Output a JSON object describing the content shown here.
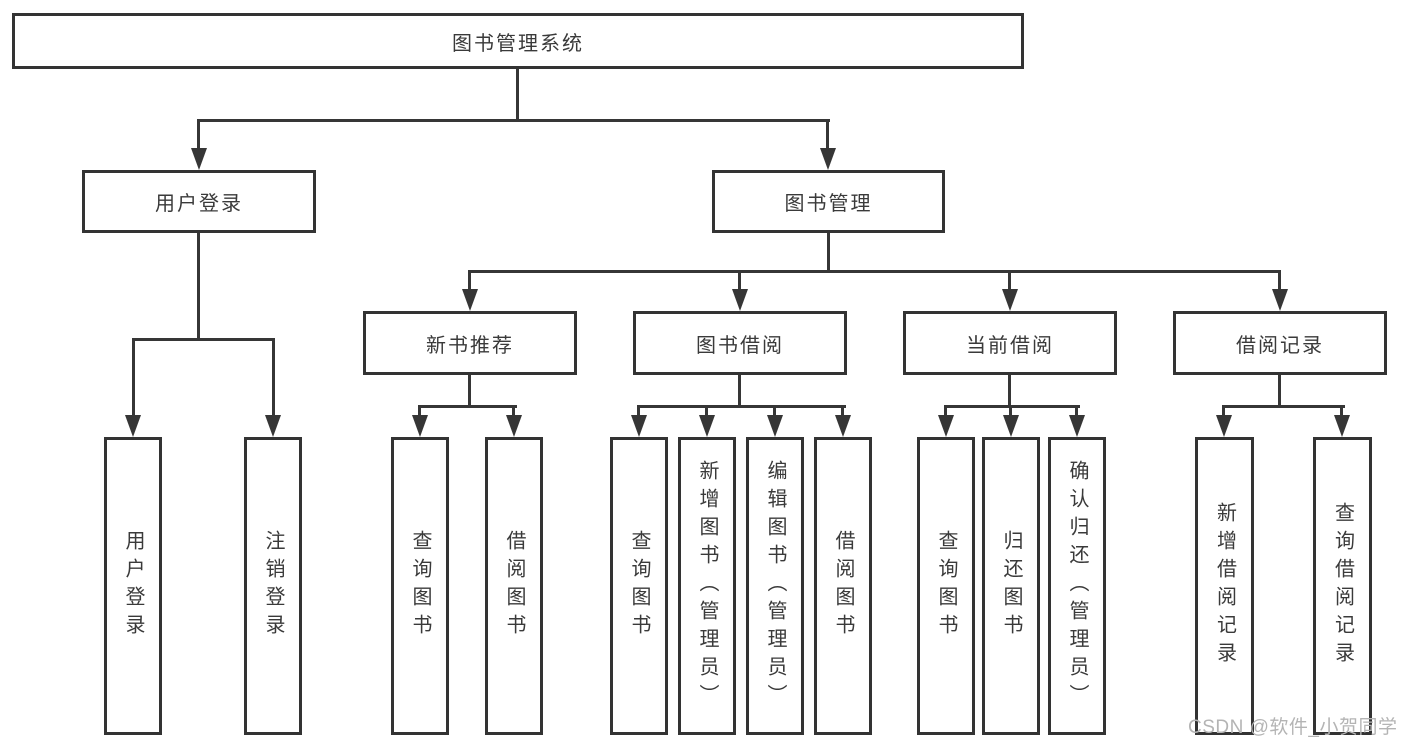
{
  "diagram": {
    "root": {
      "label": "图书管理系统"
    },
    "level2": [
      {
        "label": "用户登录"
      },
      {
        "label": "图书管理"
      }
    ],
    "level3": [
      {
        "label": "新书推荐"
      },
      {
        "label": "图书借阅"
      },
      {
        "label": "当前借阅"
      },
      {
        "label": "借阅记录"
      }
    ],
    "leaves": {
      "login": [
        {
          "label": "用户登录"
        },
        {
          "label": "注销登录"
        }
      ],
      "new_rec": [
        {
          "label": "查询图书"
        },
        {
          "label": "借阅图书"
        }
      ],
      "borrow": [
        {
          "label": "查询图书"
        },
        {
          "label": "新增图书（管理员）"
        },
        {
          "label": "编辑图书（管理员）"
        },
        {
          "label": "借阅图书"
        }
      ],
      "current": [
        {
          "label": "查询图书"
        },
        {
          "label": "归还图书"
        },
        {
          "label": "确认归还（管理员）"
        }
      ],
      "records": [
        {
          "label": "新增借阅记录"
        },
        {
          "label": "查询借阅记录"
        }
      ]
    },
    "watermark": "CSDN @软件_小贺同学",
    "colors": {
      "line": "#363636",
      "border": "#333333",
      "text": "#3a3a3a",
      "watermark": "#b4b4b4",
      "background": "#ffffff"
    }
  }
}
